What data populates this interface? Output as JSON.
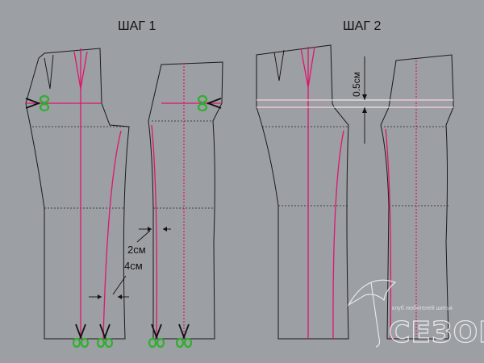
{
  "steps": {
    "step1_title": "ШАГ 1",
    "step2_title": "ШАГ 2"
  },
  "dimensions": {
    "d1": "2см",
    "d2": "4см",
    "d3": "0.5см"
  },
  "watermark": {
    "tagline": "клуб любителей шитья",
    "brand": "СЕЗОН"
  },
  "icons": {
    "cut": "scissors-icon",
    "logo": "umbrella-icon"
  },
  "colors": {
    "background": "#9c9fa3",
    "accent_line": "#e0156e",
    "scissors_handle": "#2db02d"
  }
}
